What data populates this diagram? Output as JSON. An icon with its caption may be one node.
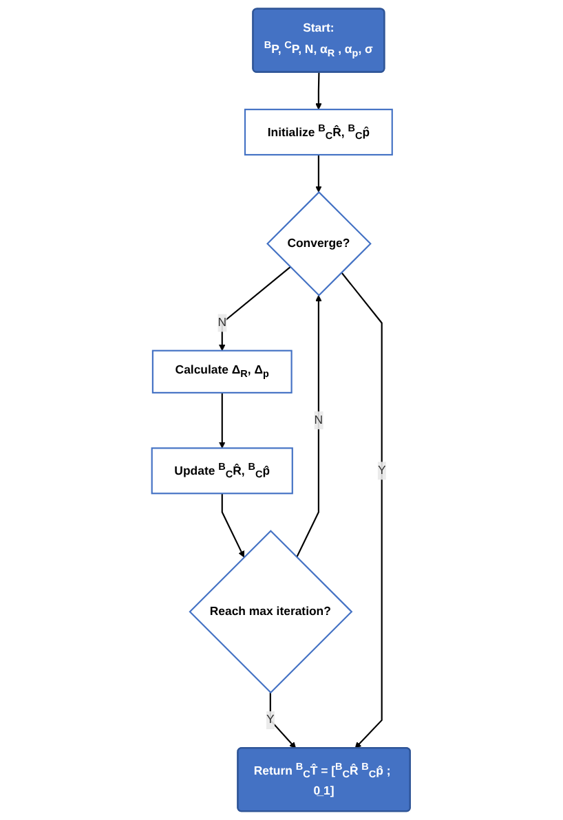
{
  "diagram": {
    "nodes": [
      {
        "text": [
          "Start:",
          "$^{B}$P, $^{C}$P, N, α$_{R}$ , α$_{p}$, σ"
        ]
      },
      {
        "text": [
          "Initialize $^{B}$$_{C}$R̂, $^{B}$$_{C}$p̂"
        ]
      },
      {
        "text": [
          "Converge?"
        ]
      },
      {
        "text": [
          "Calculate Δ$_{R}$, Δ$_{p}$"
        ]
      },
      {
        "text": [
          "Update $^{B}$$_{C}$R̂, $^{B}$$_{C}$p̂"
        ]
      },
      {
        "text": [
          "Reach max iteration?"
        ]
      },
      {
        "text": [
          "Return $^{B}$$_{C}$T̂ = [$^{B}$$_{C}$R̂ $^{B}$$_{C}$p̂ ; 0̲ 1]"
        ]
      }
    ],
    "edges": [
      {
        "from": 0,
        "to": 1,
        "arrow": "to"
      },
      {
        "from": 1,
        "to": 2,
        "arrow": "to"
      },
      {
        "from": 2,
        "to": 3,
        "arrow": "to",
        "label": "N"
      },
      {
        "from": 3,
        "to": 4,
        "arrow": "to"
      },
      {
        "from": 4,
        "to": 5,
        "arrow": "to"
      },
      {
        "from": 5,
        "to": 2,
        "arrow": "to",
        "label": "N"
      },
      {
        "from": 5,
        "to": 6,
        "arrow": "to",
        "label": "Y"
      },
      {
        "from": 2,
        "to": 6,
        "arrow": "to",
        "label": "Y"
      }
    ]
  }
}
